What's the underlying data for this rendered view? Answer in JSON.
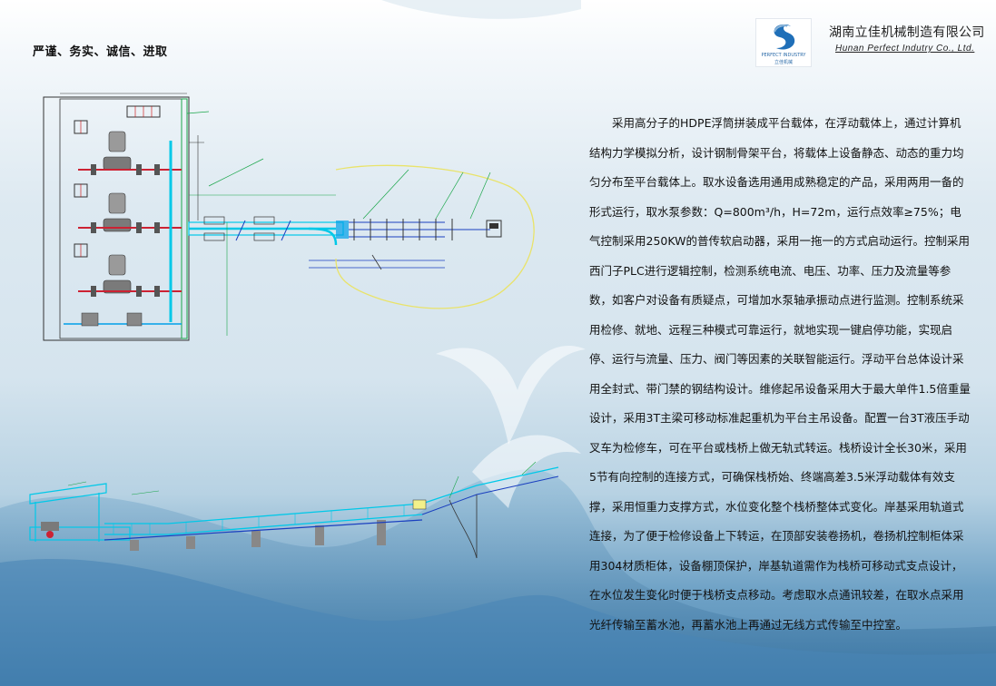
{
  "header": {
    "slogan": "严谨、务实、诚信、进取",
    "company_cn": "湖南立佳机械制造有限公司",
    "company_en": "Hunan  Perfect  Indutry  Co., Ltd.",
    "logo_text_en": "PERFECT  INDUSTRY",
    "logo_text_cn": "立佳机械"
  },
  "body": {
    "paragraph": "采用高分子的HDPE浮筒拼装成平台载体，在浮动载体上，通过计算机结构力学模拟分析，设计钢制骨架平台，将载体上设备静态、动态的重力均匀分布至平台载体上。取水设备选用通用成熟稳定的产品，采用两用一备的形式运行，取水泵参数：Q=800m³/h，H=72m，运行点效率≥75%；电气控制采用250KW的普传软启动器，采用一拖一的方式启动运行。控制采用西门子PLC进行逻辑控制，检测系统电流、电压、功率、压力及流量等参数，如客户对设备有质疑点，可增加水泵轴承振动点进行监测。控制系统采用检修、就地、远程三种模式可靠运行，就地实现一键启停功能，实现启停、运行与流量、压力、阀门等因素的关联智能运行。浮动平台总体设计采用全封式、带门禁的钢结构设计。维修起吊设备采用大于最大单件1.5倍重量设计，采用3T主梁可移动标准起重机为平台主吊设备。配置一台3T液压手动叉车为检修车，可在平台或栈桥上做无轨式转运。栈桥设计全长30米，采用5节有向控制的连接方式，可确保栈桥始、终端高差3.5米浮动载体有效支撑，采用恒重力支撑方式，水位变化整个栈桥整体式变化。岸基采用轨道式连接，为了便于检修设备上下转运，在顶部安装卷扬机，卷扬机控制柜体采用304材质柜体，设备棚顶保护，岸基轨道需作为栈桥可移动式支点设计，在水位发生变化时便于栈桥支点移动。考虑取水点通讯较差，在取水点采用光纤传输至蓄水池，再蓄水池上再通过无线方式传输至中控室。"
  },
  "colors": {
    "drawing_line": "#00c8e8",
    "drawing_green": "#1aa64a",
    "drawing_yellow": "#f3f08a",
    "drawing_blue": "#1a3fbf",
    "pump_grey": "#7a7a7a",
    "logo_blue": "#1f6fb8"
  }
}
